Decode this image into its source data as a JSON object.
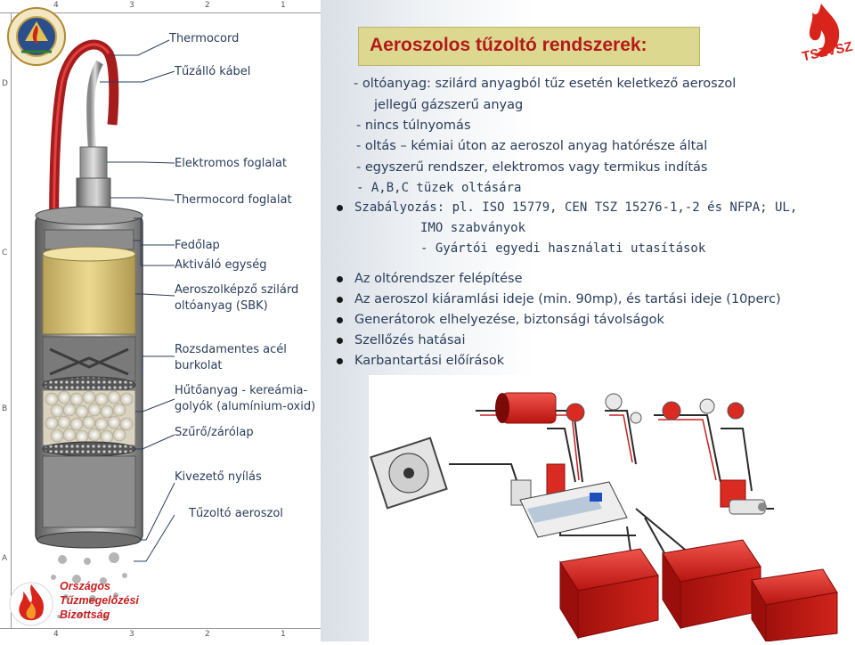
{
  "slide": {
    "title": "Aeroszolos tűzoltó rendszerek:",
    "lines": [
      "- oltóanyag: szilárd anyagból tűz esetén keletkező aeroszol",
      "jellegű gázszerű anyag",
      "- nincs túlnyomás",
      "- oltás – kémiai úton az aeroszol anyag hatórésze által",
      "- egyszerű rendszer, elektromos vagy termikus indítás",
      "- A,B,C tüzek oltására",
      "Szabályozás: pl. ISO 15779, CEN TSZ 15276-1,-2 és NFPA; UL,",
      "IMO szabványok",
      "- Gyártói egyedi használati utasítások"
    ],
    "bullets": [
      "Az oltórendszer felépítése",
      "Az aeroszol kiáramlási ideje (min. 90mp), és tartási ideje (10perc)",
      "Generátorok elhelyezése, biztonsági távolságok",
      "Szellőzés hatásai",
      "Karbantartási előírások"
    ]
  },
  "drawing": {
    "labels": {
      "thermocord": "Thermocord",
      "kabel": "Tűzálló kábel",
      "elektromos": "Elektromos foglalat",
      "thermocord_foglalat": "Thermocord foglalat",
      "fedolap": "Fedőlap",
      "aktivalo": "Aktiváló egység",
      "aeroszolkepzo1": "Aeroszolképző szilárd",
      "aeroszolkepzo2": "oltóanyag (SBK)",
      "rozsdamentes1": "Rozsdamentes acél",
      "rozsdamentes2": "burkolat",
      "hutoanyag1": "Hűtőanyag - kereámia-",
      "hutoanyag2": "golyók (alumínium-oxid)",
      "szuro": "Szűrő/zárólap",
      "kivezeto": "Kivezető nyílás",
      "tuzolto": "Tűzoltó aeroszol"
    },
    "frame_top": [
      "4",
      "3",
      "2",
      "1"
    ],
    "frame_bottom": [
      "4",
      "3",
      "2",
      "1"
    ],
    "frame_side": [
      "D",
      "C",
      "B",
      "A"
    ]
  },
  "logos": {
    "bottom_left_lines": [
      "Országos",
      "Tűzmegelőzési",
      "Bizottság"
    ],
    "top_right": "TSZVSZ"
  },
  "colors": {
    "title_bg": "#dcd890",
    "title_text": "#b41a1a",
    "body_text": "#2a3d5a",
    "generator_red": "#d9241c"
  }
}
